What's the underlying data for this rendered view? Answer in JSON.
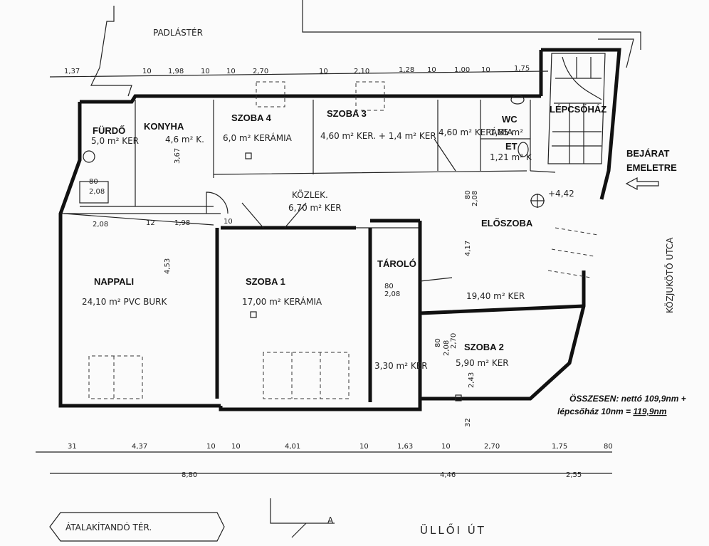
{
  "top_label": "PADLÁSTÉR",
  "rooms": {
    "furdo": {
      "name": "FÜRDŐ",
      "area": "5,0 m² KER"
    },
    "konyha": {
      "name": "KONYHA",
      "area": "4,6 m² K."
    },
    "szoba4": {
      "name": "SZOBA 4",
      "area": "6,0 m² KERÁMIA"
    },
    "szoba3": {
      "name": "SZOBA 3",
      "area": "4,60 m² KER. + 1,4 m² KER"
    },
    "kamra": {
      "name": "",
      "area": "4,60 m² KERÁMIA"
    },
    "wc": {
      "name": "WC",
      "area": "1,85 m²"
    },
    "et": {
      "name": "ET",
      "area": "1,21 m² K"
    },
    "lepcsohaz": {
      "name": "LÉPCSŐHÁZ"
    },
    "kozlekedo": {
      "name": "KÖZLEK.",
      "area": "6,70 m² KER"
    },
    "eloszoba": {
      "name": "ELŐSZOBA",
      "area": "19,40 m² KER"
    },
    "nappali": {
      "name": "NAPPALI",
      "area": "24,10 m² PVC BURK"
    },
    "szoba1": {
      "name": "SZOBA 1",
      "area": "17,00 m² KERÁMIA"
    },
    "tarolo": {
      "name": "TÁROLÓ",
      "area": "3,30 m² KER"
    },
    "szoba2": {
      "name": "SZOBA 2",
      "area": "5,90 m² KER"
    }
  },
  "entrance": {
    "line1": "BEJÁRAT",
    "line2": "EMELETRE",
    "level": "+4,42"
  },
  "street_right": "KÖZJUKÖTŐ UTCA",
  "street_bottom": "ÜLLŐI ÚT",
  "bottom_box": "ÁTALAKÍTANDÓ TÉR.",
  "north_letter": "A",
  "summary": {
    "line1": "ÖSSZESEN: nettó 109,9nm +",
    "line2_prefix": "lépcsőház 10nm = ",
    "line2_total": "119,9nm"
  },
  "dims_top": [
    "1,37",
    "10",
    "1,98",
    "10",
    "10",
    "2,70",
    "10",
    "2,10",
    "1,28",
    "10",
    "1,00",
    "10",
    "1,75"
  ],
  "dims_bottom1": [
    "31",
    "4,37",
    "10",
    "10",
    "4,01",
    "10",
    "1,63",
    "10",
    "2,70",
    "1,75",
    "80"
  ],
  "dims_bottom2": [
    "8,80",
    "4,46",
    "2,55"
  ],
  "dims_inner": [
    "2,08",
    "12",
    "1,98",
    "10",
    "80",
    "2,08",
    "80",
    "2,08",
    "80",
    "2,08",
    "3,67",
    "4,53",
    "4,17",
    "2,43",
    "32",
    "2,70",
    "80",
    "2,08"
  ]
}
